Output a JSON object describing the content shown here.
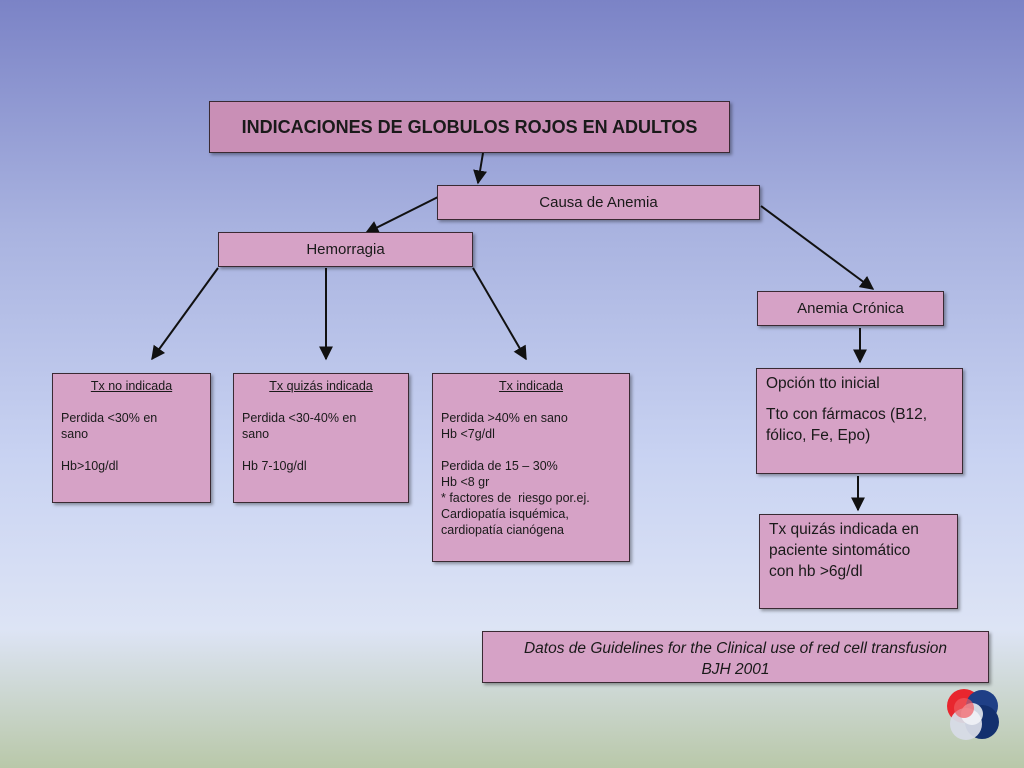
{
  "title": "INDICACIONES DE GLOBULOS ROJOS EN ADULTOS",
  "cause": "Causa de Anemia",
  "hemorrhage": "Hemorragia",
  "chronic": "Anemia Crónica",
  "cards": [
    {
      "heading": "Tx no indicada",
      "blocks": [
        [
          "Perdida <30% en",
          "sano"
        ],
        [
          "Hb>10g/dl"
        ]
      ]
    },
    {
      "heading": "Tx quizás indicada",
      "blocks": [
        [
          "Perdida <30-40% en",
          "sano"
        ],
        [
          "Hb 7-10g/dl"
        ]
      ]
    },
    {
      "heading": "Tx  indicada",
      "blocks": [
        [
          "Perdida >40% en sano",
          "Hb <7g/dl"
        ],
        [
          "Perdida de 15 – 30%",
          "Hb <8 gr",
          "* factores de  riesgo por.ej.",
          "Cardiopatía isquémica,",
          "cardiopatía cianógena"
        ]
      ]
    }
  ],
  "chronic_option": {
    "heading": "Opción tto inicial",
    "lines": [
      "Tto con fármacos (B12,",
      "fólico, Fe, Epo)"
    ]
  },
  "chronic_tx": [
    "Tx quizás indicada en",
    "paciente sintomático",
    "con hb >6g/dl"
  ],
  "source_note": [
    "Datos de Guidelines for the Clinical use of red cell transfusion",
    "BJH 2001"
  ],
  "colors": {
    "box_fill": "#d6a2c6",
    "title_fill": "#c98fb6",
    "border": "#3a2a33",
    "arrow": "#111111"
  },
  "logo": "overlapping-circles-logo"
}
